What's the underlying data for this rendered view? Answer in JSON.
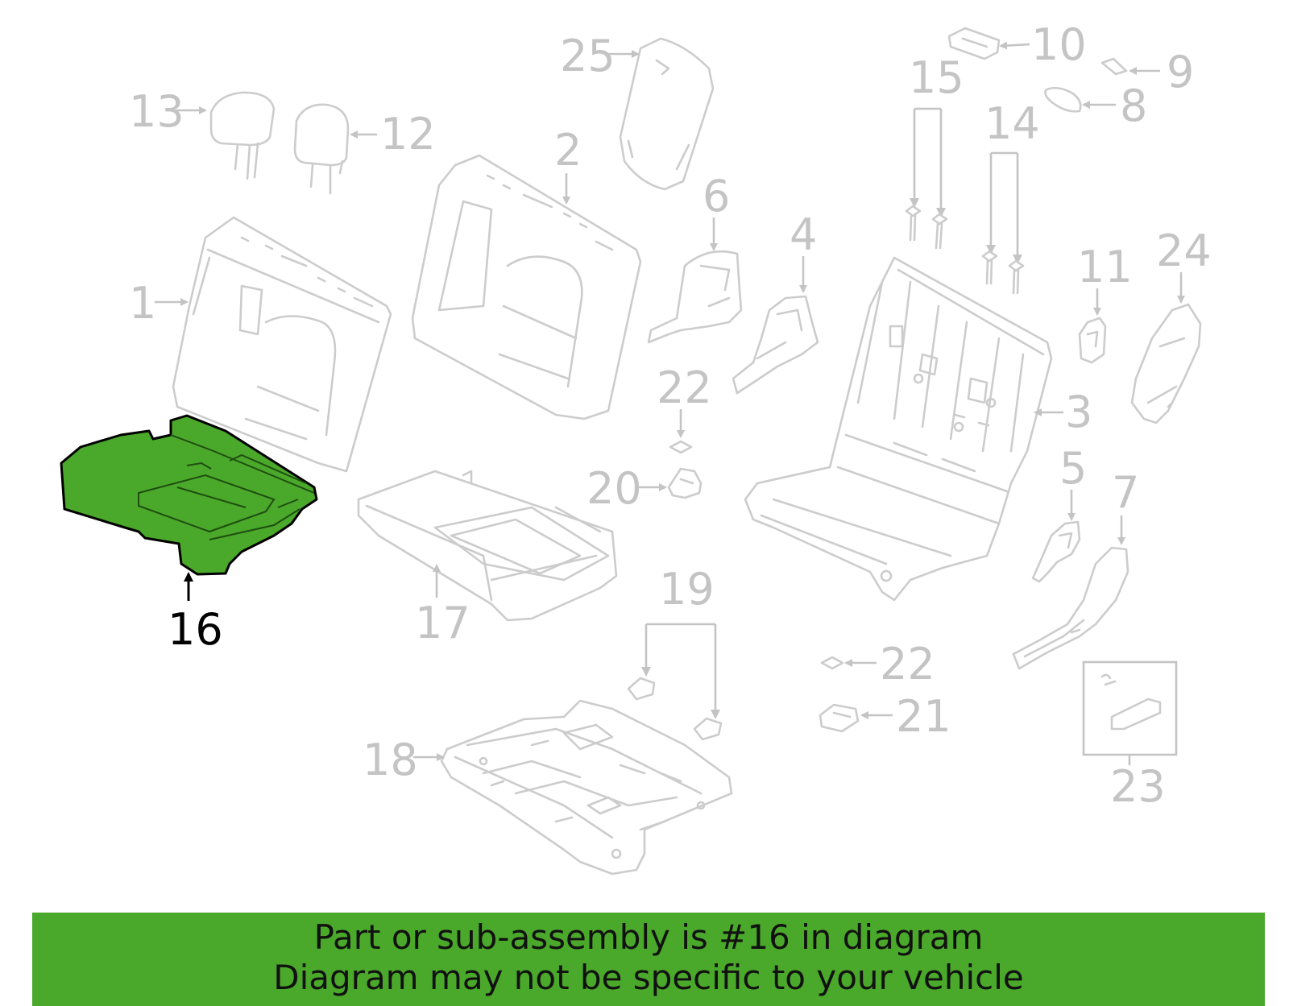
{
  "diagram": {
    "highlighted_part": "16",
    "callouts": [
      "1",
      "2",
      "3",
      "4",
      "5",
      "6",
      "7",
      "8",
      "9",
      "10",
      "11",
      "12",
      "13",
      "14",
      "15",
      "16",
      "17",
      "18",
      "19",
      "20",
      "21",
      "22",
      "22",
      "23",
      "24",
      "25"
    ],
    "highlight_color": "#4aa82a",
    "part_line_color": "#cccccc"
  },
  "banner": {
    "line1": "Part or sub-assembly is #16 in diagram",
    "line2": "Diagram may not be specific to your vehicle"
  }
}
